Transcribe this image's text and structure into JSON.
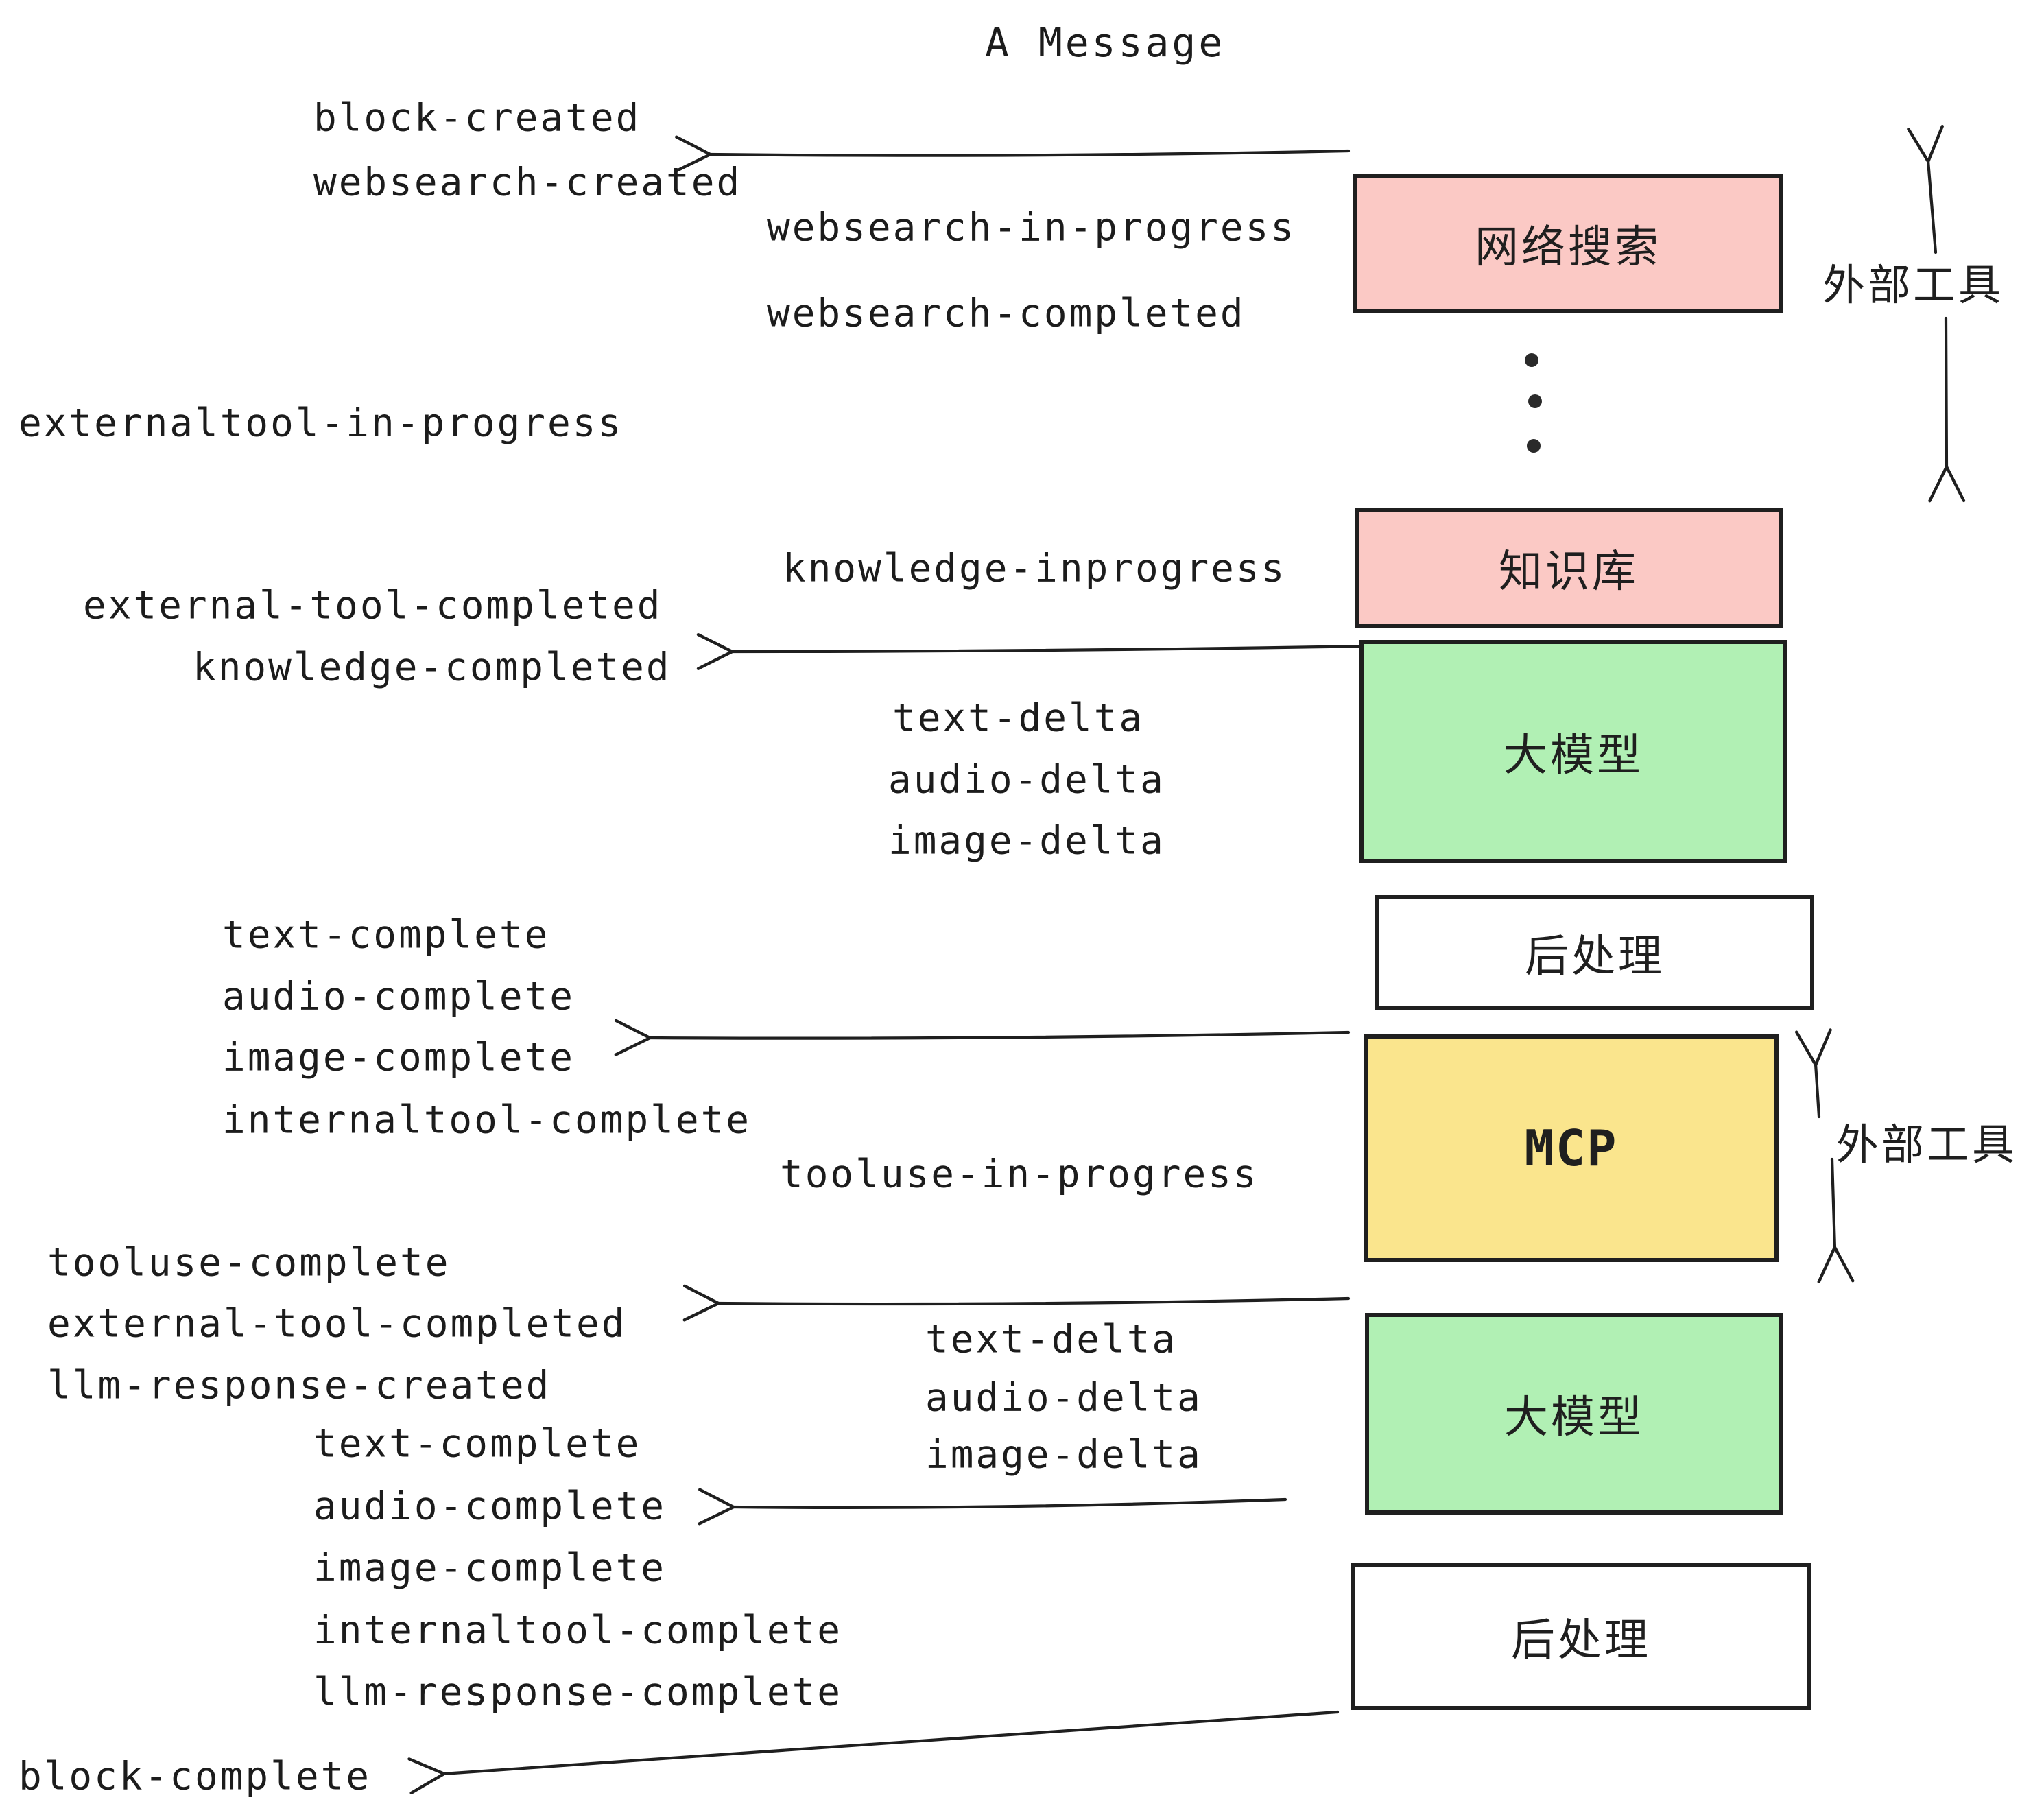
{
  "title": "A Message",
  "colors": {
    "box_pink": "#fbc9c5",
    "box_green": "#b1f0b4",
    "box_yellow": "#fae58d",
    "box_white": "#ffffff",
    "ink": "#1f1f1f",
    "background": "#ffffff"
  },
  "boxes": [
    {
      "id": "websearch",
      "label": "网络搜索",
      "color": "#fbc9c5"
    },
    {
      "id": "knowledge",
      "label": "知识库",
      "color": "#fbc9c5"
    },
    {
      "id": "llm-1",
      "label": "大模型",
      "color": "#b1f0b4"
    },
    {
      "id": "postprocess-1",
      "label": "后处理",
      "color": "#ffffff"
    },
    {
      "id": "mcp",
      "label": "MCP",
      "color": "#fae58d"
    },
    {
      "id": "llm-2",
      "label": "大模型",
      "color": "#b1f0b4"
    },
    {
      "id": "postprocess-2",
      "label": "后处理",
      "color": "#ffffff"
    }
  ],
  "side_labels": [
    {
      "id": "external-tools-top",
      "label": "外部工具"
    },
    {
      "id": "external-tools-mcp",
      "label": "外部工具"
    }
  ],
  "events": [
    {
      "text": "block-created"
    },
    {
      "text": "websearch-created"
    },
    {
      "text": "websearch-in-progress"
    },
    {
      "text": "websearch-completed"
    },
    {
      "text": "externaltool-in-progress"
    },
    {
      "text": "knowledge-inprogress"
    },
    {
      "text": "external-tool-completed"
    },
    {
      "text": "knowledge-completed"
    },
    {
      "text": "text-delta"
    },
    {
      "text": "audio-delta"
    },
    {
      "text": "image-delta"
    },
    {
      "text": "text-complete"
    },
    {
      "text": "audio-complete"
    },
    {
      "text": "image-complete"
    },
    {
      "text": "internaltool-complete"
    },
    {
      "text": "tooluse-in-progress"
    },
    {
      "text": "tooluse-complete"
    },
    {
      "text": "external-tool-completed"
    },
    {
      "text": "llm-response-created"
    },
    {
      "text": "text-complete"
    },
    {
      "text": "audio-complete"
    },
    {
      "text": "image-complete"
    },
    {
      "text": "internaltool-complete"
    },
    {
      "text": "llm-response-complete"
    },
    {
      "text": "text-delta"
    },
    {
      "text": "audio-delta"
    },
    {
      "text": "image-delta"
    },
    {
      "text": "block-complete"
    }
  ]
}
